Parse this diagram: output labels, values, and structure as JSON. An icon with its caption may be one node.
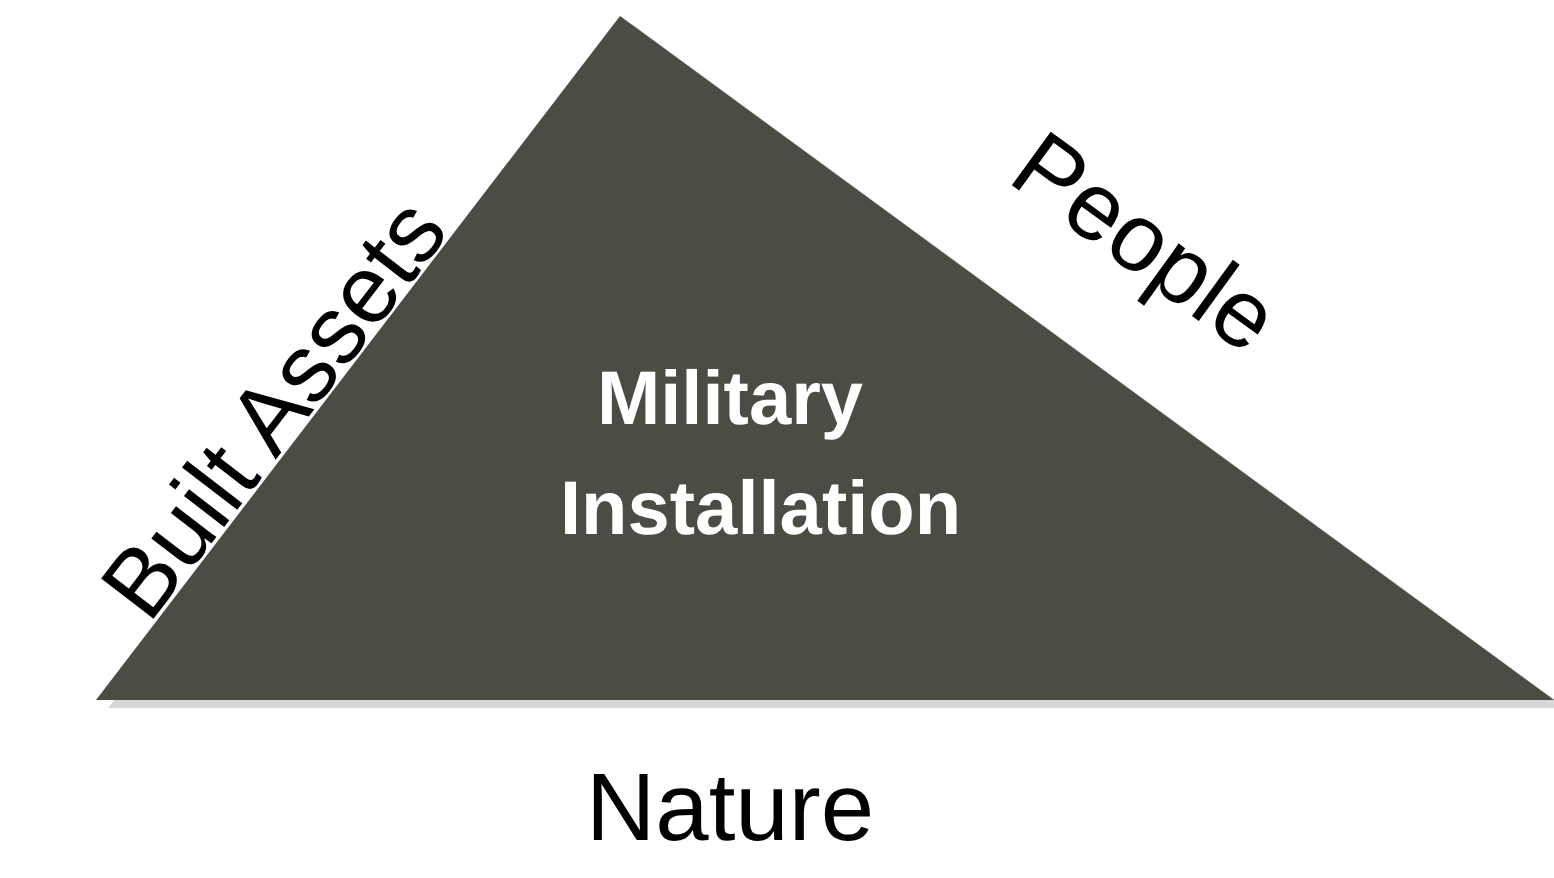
{
  "diagram": {
    "nodes": [
      {
        "text": [
          "Military Installation"
        ]
      }
    ],
    "labels": [
      "Built Assets",
      "People",
      "Nature"
    ]
  }
}
